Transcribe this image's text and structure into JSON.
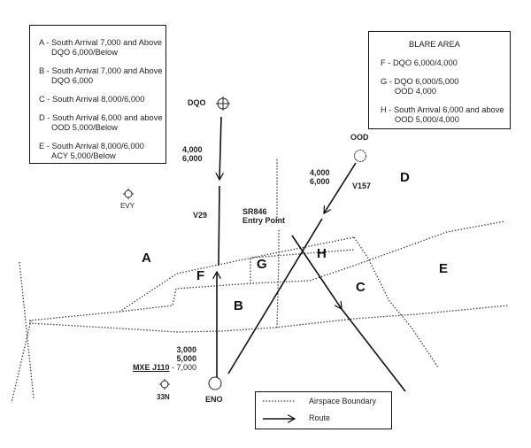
{
  "sector_legend": {
    "entries": [
      {
        "letter_text": "A - South Arrival 7,000 and Above",
        "line2": "DQO 6,000/Below"
      },
      {
        "letter_text": "B - South Arrival 7,000 and Above",
        "line2": "DQO 6,000"
      },
      {
        "letter_text": "C - South Arrival 8,000/6,000",
        "line2": ""
      },
      {
        "letter_text": "D - South Arrival 6,000 and above",
        "line2": "OOD 5,000/Below"
      },
      {
        "letter_text": "E - South Arrival 8,000/6,000",
        "line2": "ACY 5,000/Below"
      }
    ]
  },
  "blare_legend": {
    "title": "BLARE AREA",
    "entries": [
      {
        "line1": "F - DQO 6,000/4,000",
        "line2": ""
      },
      {
        "line1": "G - DQO 6,000/5,000",
        "line2": "OOD 4,000"
      },
      {
        "line1": "H - South Arrival 6,000 and above",
        "line2": "OOD 5,000/4,000"
      }
    ]
  },
  "fixes": {
    "dqo": "DQO",
    "ood": "OOD",
    "evy": "EVY",
    "n33": "33N",
    "eno": "ENO"
  },
  "routes": {
    "v29": "V29",
    "v157": "V157",
    "sr846_line1": "SR846",
    "sr846_line2": "Entry Point",
    "dqo_alt1": "4,000",
    "dqo_alt2": "6,000",
    "ood_alt1": "4,000",
    "ood_alt2": "6,000",
    "eno_alt1": "3,000",
    "eno_alt2": "5,000",
    "mxe_name": "MXE J110",
    "mxe_alt": " - 7,000"
  },
  "areas": {
    "a": "A",
    "b": "B",
    "c": "C",
    "d": "D",
    "e": "E",
    "f": "F",
    "g": "G",
    "h": "H"
  },
  "map_legend": {
    "boundary": "Airspace Boundary",
    "route": "Route"
  }
}
